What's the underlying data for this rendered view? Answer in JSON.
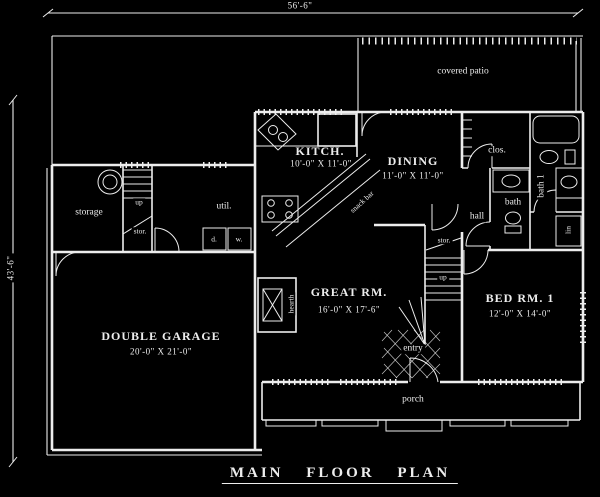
{
  "title": "MAIN FLOOR PLAN",
  "colors": {
    "background": "#000000",
    "line": "#ededed",
    "text": "#ededed"
  },
  "dimensions": {
    "overall_width": "56'-6\"",
    "overall_depth": "43'-6\""
  },
  "rooms": {
    "covered_patio": {
      "label": "covered patio"
    },
    "kitchen": {
      "label": "KITCH.",
      "size": "10'-0\" X 11'-0\""
    },
    "dining": {
      "label": "DINING",
      "size": "11'-0\" X 11'-0\""
    },
    "great_room": {
      "label": "GREAT RM.",
      "size": "16'-0\" X 17'-6\""
    },
    "bedroom_1": {
      "label": "BED RM. 1",
      "size": "12'-0\" X 14'-0\""
    },
    "double_garage": {
      "label": "DOUBLE GARAGE",
      "size": "20'-0\" X 21'-0\""
    },
    "storage": {
      "label": "storage"
    },
    "utility": {
      "label": "util."
    },
    "bath_1": {
      "label": "bath 1"
    },
    "bath_2": {
      "label": "bath"
    },
    "closet": {
      "label": "clos."
    },
    "linen": {
      "label": "lin"
    },
    "hall": {
      "label": "hall"
    },
    "entry": {
      "label": "entry"
    },
    "porch": {
      "label": "porch"
    }
  },
  "annotations": {
    "hearth": "hearth",
    "snack_bar": "snack bar",
    "stairs_up_main": "up",
    "stairs_up_left": "up",
    "under_stair_storage_main": "stor.",
    "under_stair_storage_left": "stor.",
    "dryer": "d.",
    "washer": "w."
  }
}
